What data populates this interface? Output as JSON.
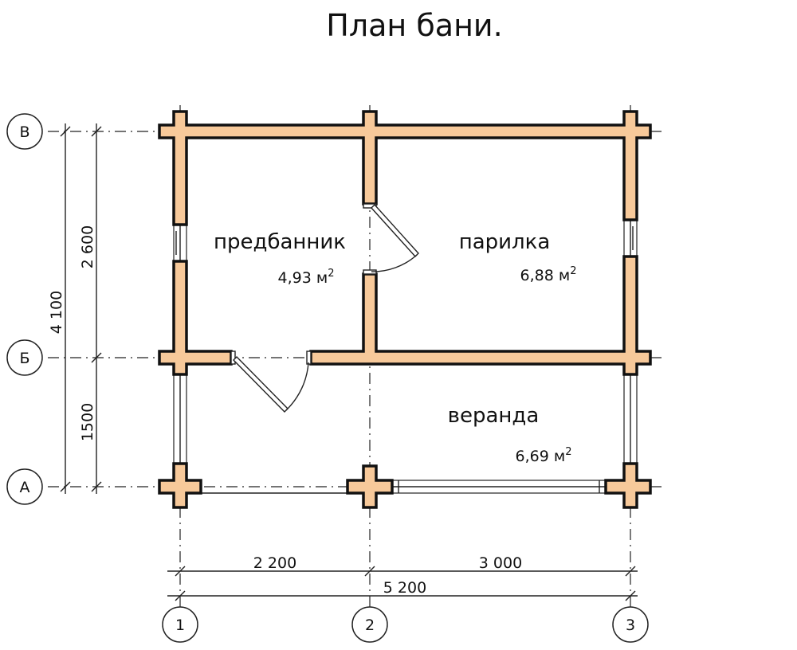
{
  "title": "План бани.",
  "rooms": [
    {
      "name": "предбанник",
      "area": "4,93 м",
      "sup": "2"
    },
    {
      "name": "парилка",
      "area": "6,88 м",
      "sup": "2"
    },
    {
      "name": "веранда",
      "area": "6,69 м",
      "sup": "2"
    }
  ],
  "dimensions": {
    "horizontal": [
      "2 200",
      "3 000",
      "5 200"
    ],
    "vertical": [
      "2 600",
      "1500",
      "4 100"
    ]
  },
  "axes": {
    "letters": [
      "В",
      "Б",
      "А"
    ],
    "numbers": [
      "1",
      "2",
      "3"
    ]
  },
  "colors": {
    "wall_fill": "#f7c99a",
    "line": "#111111"
  }
}
